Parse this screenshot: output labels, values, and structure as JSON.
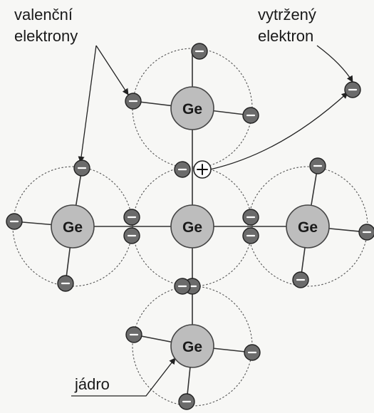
{
  "labels": {
    "valence_line1": "valenční",
    "valence_line2": "elektrony",
    "freed_line1": "vytržený",
    "freed_line2": "elektron",
    "nucleus_label": "jádro"
  },
  "atom_symbol": "Ge",
  "hole_symbol": "+",
  "colors": {
    "background": "#f7f7f5",
    "nucleus_fill": "#bdbdbd",
    "electron_fill": "#6b6b6b",
    "hole_fill": "#ffffff",
    "line": "#222222"
  }
}
